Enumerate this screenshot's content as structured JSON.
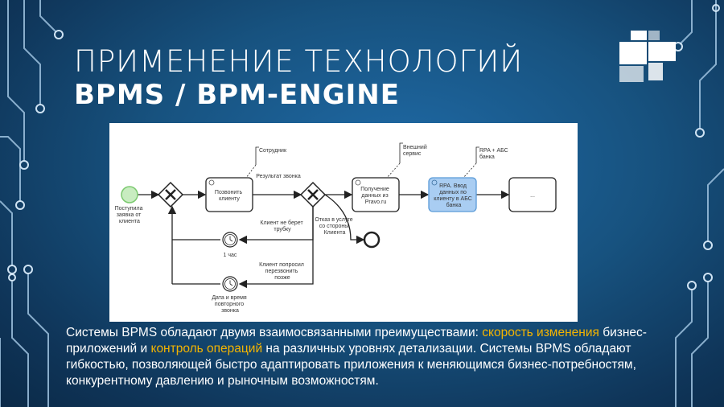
{
  "title": {
    "line1": "ПРИМЕНЕНИЕ ТЕХНОЛОГИЙ",
    "line2": "BPMS / BPM-ENGINE"
  },
  "diagram": {
    "start_event": [
      "Поступила",
      "заявка от",
      "клиента"
    ],
    "task_call": [
      "Позвонить",
      "клиенту"
    ],
    "annotation_employee": "Сотрудник",
    "label_call_result": "Результат звонка",
    "task_get_data": [
      "Получение",
      "данных из",
      "Pravo.ru"
    ],
    "annotation_external": [
      "Внешний",
      "сервис"
    ],
    "task_rpa": [
      "RPA. Ввод",
      "данных по",
      "клиенту в АБС",
      "банка"
    ],
    "annotation_rpa": [
      "RPA + АБС",
      "банка"
    ],
    "task_end": "...",
    "label_no_answer": [
      "Клиент не берет",
      "трубку"
    ],
    "label_refusal": [
      "Отказ в услуге",
      "со стороны",
      "Клиента"
    ],
    "timer_1h": "1 час",
    "label_call_later": [
      "Клиент попросил",
      "перезвонить",
      "позже"
    ],
    "timer_date": [
      "Дата и время",
      "повторного",
      "звонка"
    ]
  },
  "description": {
    "part1": "Системы BPMS обладают двумя взаимосвязанными преимуществами: ",
    "highlight1": "скорость изменения",
    "part2": " бизнес-приложений и ",
    "highlight2": "контроль операций",
    "part3": " на различных уровнях детализации. Системы BPMS обладают гибкостью, позволяющей быстро адаптировать приложения к меняющимся бизнес-потребностям, конкурентному давлению и рыночным возможностям."
  },
  "colors": {
    "highlight": "#f4b400",
    "start_event": "#7bc96f",
    "rpa_task": "#a9cdf2"
  }
}
